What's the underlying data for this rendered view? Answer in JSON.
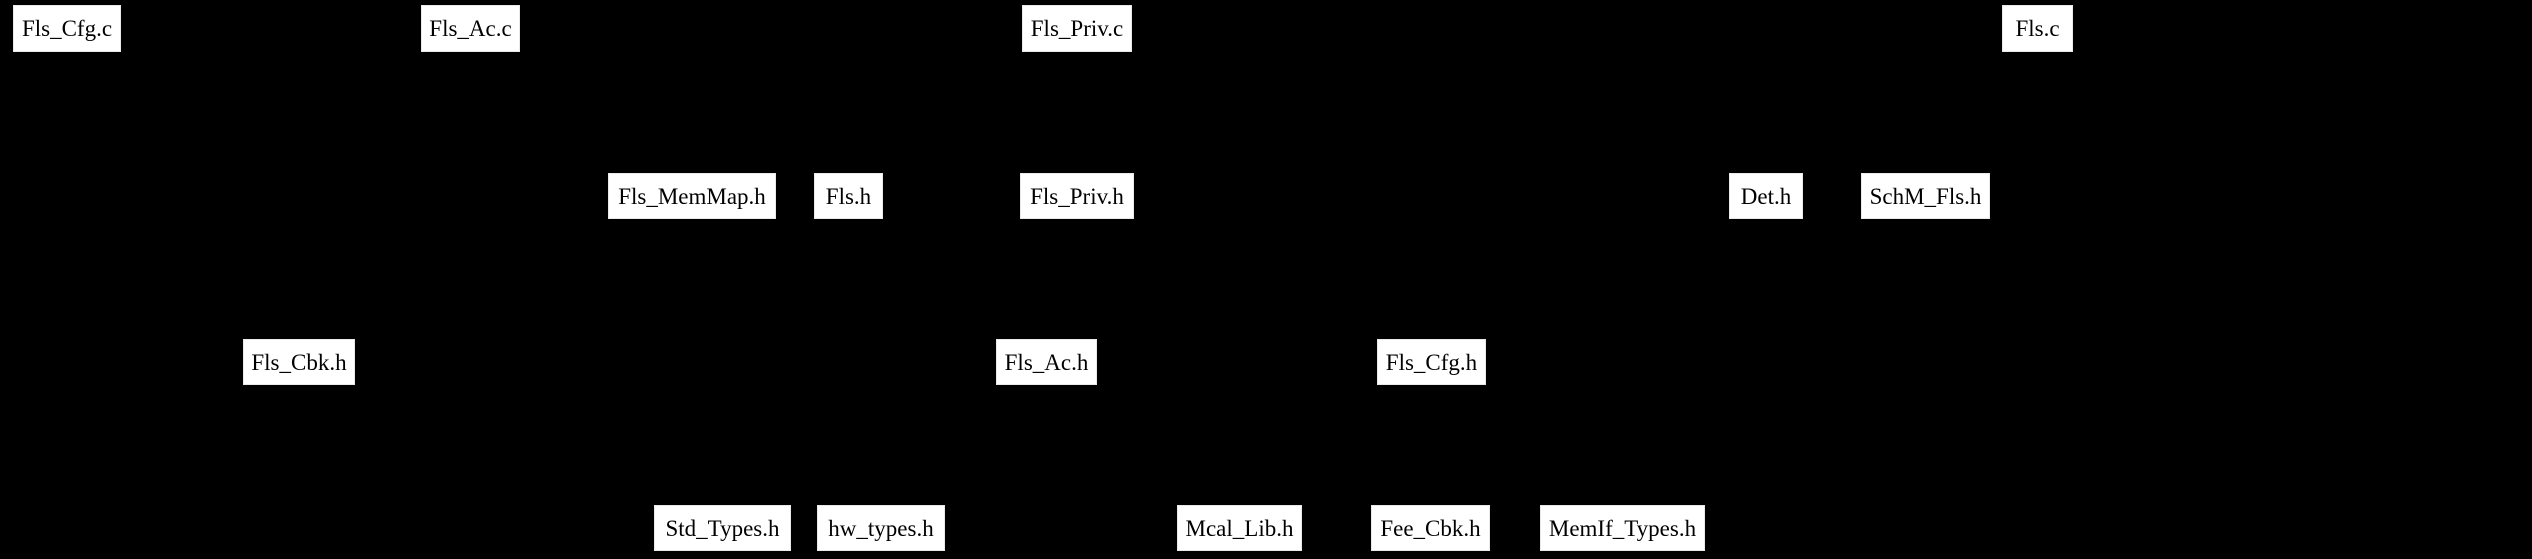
{
  "diagram": {
    "kind": "dependency-graph",
    "colors": {
      "background": "#000000",
      "node_fill": "#ffffff",
      "node_text": "#000000"
    },
    "nodes": [
      {
        "id": "fls-cfg-c",
        "label": "Fls_Cfg.c"
      },
      {
        "id": "fls-ac-c",
        "label": "Fls_Ac.c"
      },
      {
        "id": "fls-priv-c",
        "label": "Fls_Priv.c"
      },
      {
        "id": "fls-c",
        "label": "Fls.c"
      },
      {
        "id": "fls-memmap-h",
        "label": "Fls_MemMap.h"
      },
      {
        "id": "fls-h",
        "label": "Fls.h"
      },
      {
        "id": "fls-priv-h",
        "label": "Fls_Priv.h"
      },
      {
        "id": "det-h",
        "label": "Det.h"
      },
      {
        "id": "schm-fls-h",
        "label": "SchM_Fls.h"
      },
      {
        "id": "fls-cbk-h",
        "label": "Fls_Cbk.h"
      },
      {
        "id": "fls-ac-h",
        "label": "Fls_Ac.h"
      },
      {
        "id": "fls-cfg-h",
        "label": "Fls_Cfg.h"
      },
      {
        "id": "std-types-h",
        "label": "Std_Types.h"
      },
      {
        "id": "hw-types-h",
        "label": "hw_types.h"
      },
      {
        "id": "mcal-lib-h",
        "label": "Mcal_Lib.h"
      },
      {
        "id": "fee-cbk-h",
        "label": "Fee_Cbk.h"
      },
      {
        "id": "memif-types-h",
        "label": "MemIf_Types.h"
      }
    ]
  }
}
